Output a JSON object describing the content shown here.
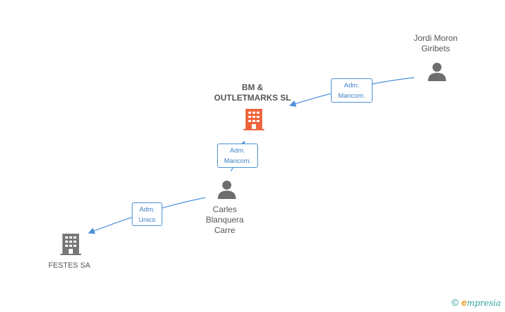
{
  "nodes": {
    "jordi": {
      "line1": "Jordi Moron",
      "line2": "Giribets"
    },
    "bm": {
      "line1": "BM &",
      "line2": "OUTLETMARKS SL"
    },
    "carles": {
      "line1": "Carles",
      "line2": "Blanquera",
      "line3": "Carre"
    },
    "festes": {
      "line1": "FESTES SA"
    }
  },
  "edges": {
    "jordi_bm": {
      "line1": "Adm.",
      "line2": "Mancom."
    },
    "carles_bm": {
      "line1": "Adm.",
      "line2": "Mancom."
    },
    "carles_festes": {
      "line1": "Adm.",
      "line2": "Unico"
    }
  },
  "brand": {
    "copyright": "©",
    "e": "e",
    "rest": "mpresia"
  },
  "colors": {
    "edge": "#4a90d9",
    "person_icon": "#6d6d6d",
    "company_main": "#f0643c",
    "company_other": "#777777"
  }
}
